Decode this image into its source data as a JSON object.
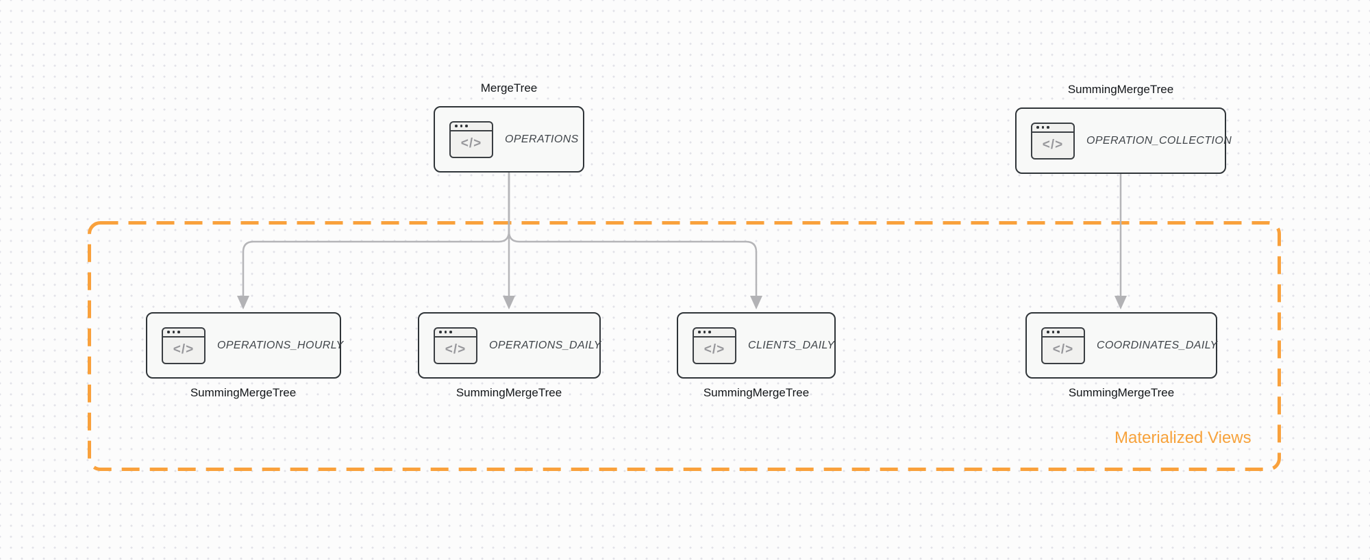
{
  "theme": {
    "accent_orange": "#F9A13C",
    "arrow_gray": "#B5B5B8",
    "node_border": "#2F3438",
    "node_fill": "#F8F9F8",
    "background": "#FCFCFC"
  },
  "icons": {
    "table_icon": "code-window-icon",
    "code_glyph": "</>"
  },
  "sources": [
    {
      "engine_label": "MergeTree",
      "table_label": "OPERATIONS"
    },
    {
      "engine_label": "SummingMergeTree",
      "table_label": "OPERATION_COLLECTION"
    }
  ],
  "materialized_views": {
    "frame_label": "Materialized Views",
    "views": [
      {
        "table_label": "OPERATIONS_HOURLY",
        "engine_label": "SummingMergeTree"
      },
      {
        "table_label": "OPERATIONS_DAILY",
        "engine_label": "SummingMergeTree"
      },
      {
        "table_label": "CLIENTS_DAILY",
        "engine_label": "SummingMergeTree"
      },
      {
        "table_label": "COORDINATES_DAILY",
        "engine_label": "SummingMergeTree"
      }
    ]
  }
}
